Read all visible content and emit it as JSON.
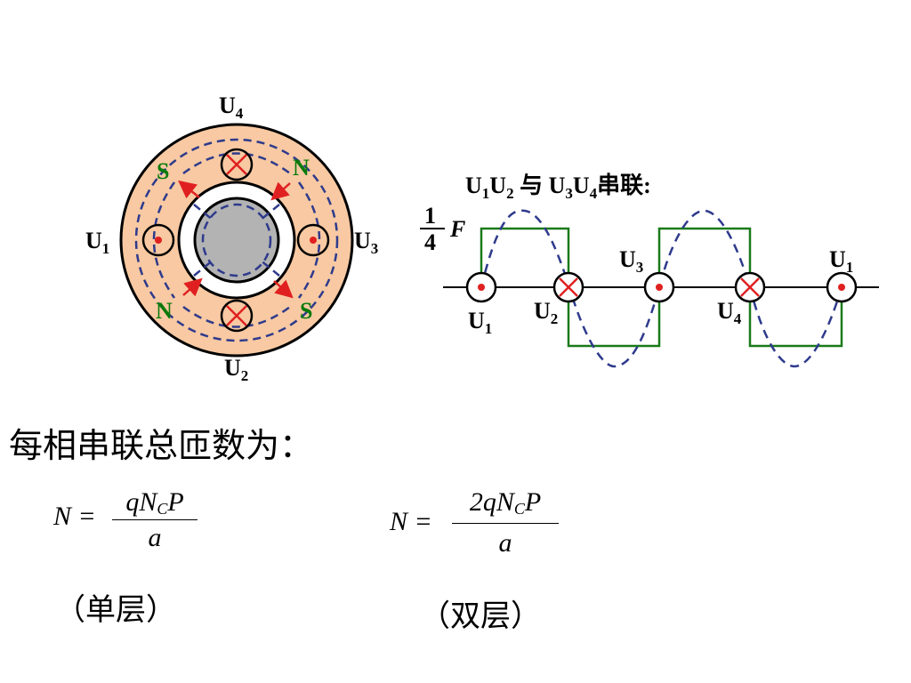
{
  "motor": {
    "terminals": {
      "top": "U",
      "top_sub": "4",
      "bottom": "U",
      "bottom_sub": "2",
      "left": "U",
      "left_sub": "1",
      "right": "U",
      "right_sub": "3"
    },
    "poles": {
      "top_left": "S",
      "top_right": "N",
      "bottom_left": "N",
      "bottom_right": "S"
    },
    "colors": {
      "yoke": "#f8c9a2",
      "rotor": "#b3b3b3",
      "flux": "#2e3a8c",
      "arrow": "#e02020",
      "cross": "#e02020",
      "pole_text": "#0a7a0a"
    }
  },
  "waveform": {
    "title": {
      "u1": "U",
      "s1": "1",
      "u2": "U",
      "s2": "2",
      "conn": " 与 ",
      "u3": "U",
      "s3": "3",
      "u4": "U",
      "s4": "4",
      "suffix": "串联:"
    },
    "amplitude": {
      "num": "1",
      "den": "4",
      "var": "F"
    },
    "conductors": [
      {
        "name": "U",
        "sub": "1",
        "type": "dot"
      },
      {
        "name": "U",
        "sub": "2",
        "type": "cross"
      },
      {
        "name": "U",
        "sub": "3",
        "type": "dot"
      },
      {
        "name": "U",
        "sub": "4",
        "type": "cross"
      },
      {
        "name": "U",
        "sub": "1",
        "type": "dot"
      }
    ],
    "colors": {
      "square": "#1a7a1a",
      "sine": "#2e3a8c",
      "cross": "#e02020",
      "dot": "#e02020"
    }
  },
  "text": {
    "heading": "每相串联总匝数为：",
    "eq1": {
      "lhs": "N =",
      "num_a": "qN",
      "num_sub": "C",
      "num_b": "P",
      "den": "a"
    },
    "eq2": {
      "lhs": "N =",
      "num_a": "2qN",
      "num_sub": "C",
      "num_b": "P",
      "den": "a"
    },
    "note1": "（单层）",
    "note2": "（双层）"
  }
}
